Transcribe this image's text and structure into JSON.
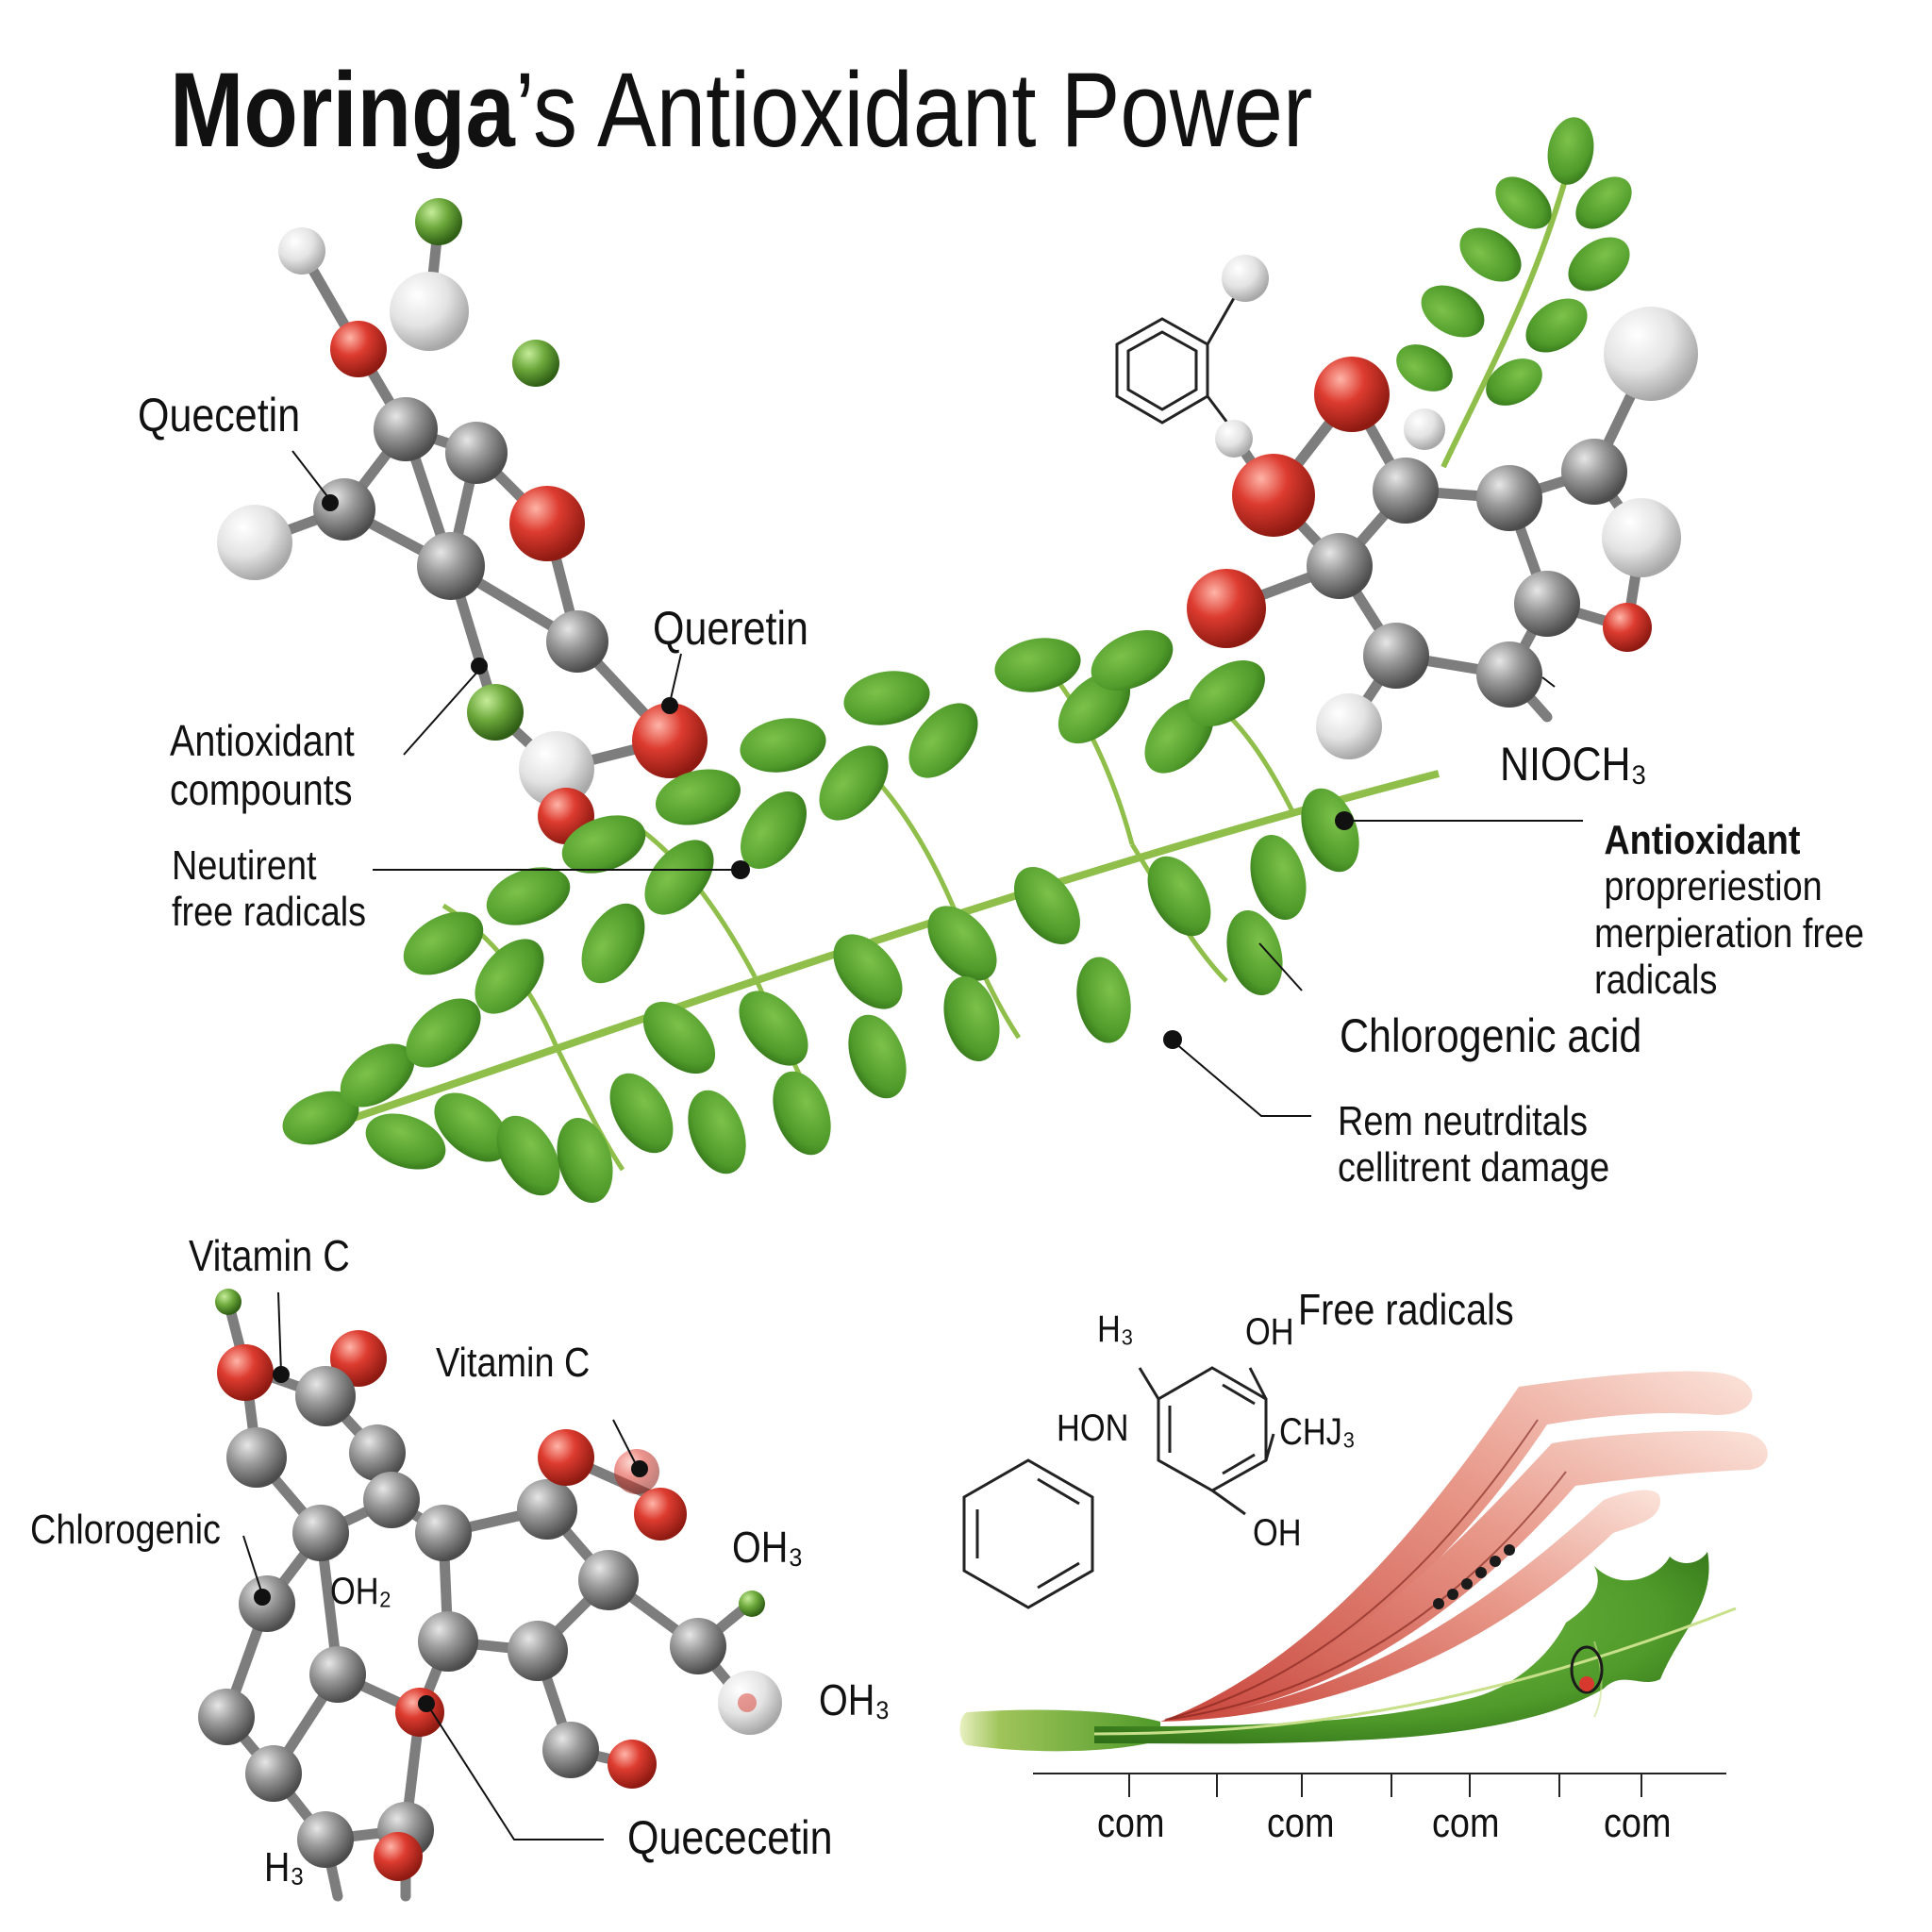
{
  "title": {
    "bold": "Moringa",
    "rest": "’s Antioxidant Power"
  },
  "labels": {
    "quecetin_top": "Quecetin",
    "queretin": "Queretin",
    "antioxidant_compounts": [
      "Antioxidant",
      "compounts"
    ],
    "neutirent": [
      "Neutirent",
      "free radicals"
    ],
    "nioch3": "NIOCH₃",
    "antioxidant_right": [
      "Antioxidant",
      "propreriestion",
      "merpieration free",
      "radicals"
    ],
    "chlorogenic_acid": "Chlorogenic acid",
    "rem_neutrditals": [
      "Rem neutrditals",
      "cellitrent damage"
    ],
    "vitamin_c_1": "Vitamin C",
    "vitamin_c_2": "Vitamin C",
    "chlorogenic": "Chlorogenic",
    "oh2": "OH₂",
    "oh3_a": "OH₃",
    "oh3_b": "OH₃",
    "h3_bottom": "H₃",
    "quececetin": "Quececetin",
    "free_radicals": "Free radicals",
    "ring_h3": "H₃",
    "ring_oh_top": "OH",
    "ring_hon": "HON",
    "ring_chj3": "CHJ₃",
    "ring_oh_bottom": "OH",
    "axis_ticks": [
      "com",
      "com",
      "com",
      "com"
    ]
  },
  "colors": {
    "carbon": "#8a8a8a",
    "oxygen": "#d8392e",
    "hydrogen": "#dcdcdc",
    "halogen": "#6da436",
    "leaf": "#5aa232",
    "stem": "#a6c85a",
    "radical_band": "#e07c6c"
  }
}
